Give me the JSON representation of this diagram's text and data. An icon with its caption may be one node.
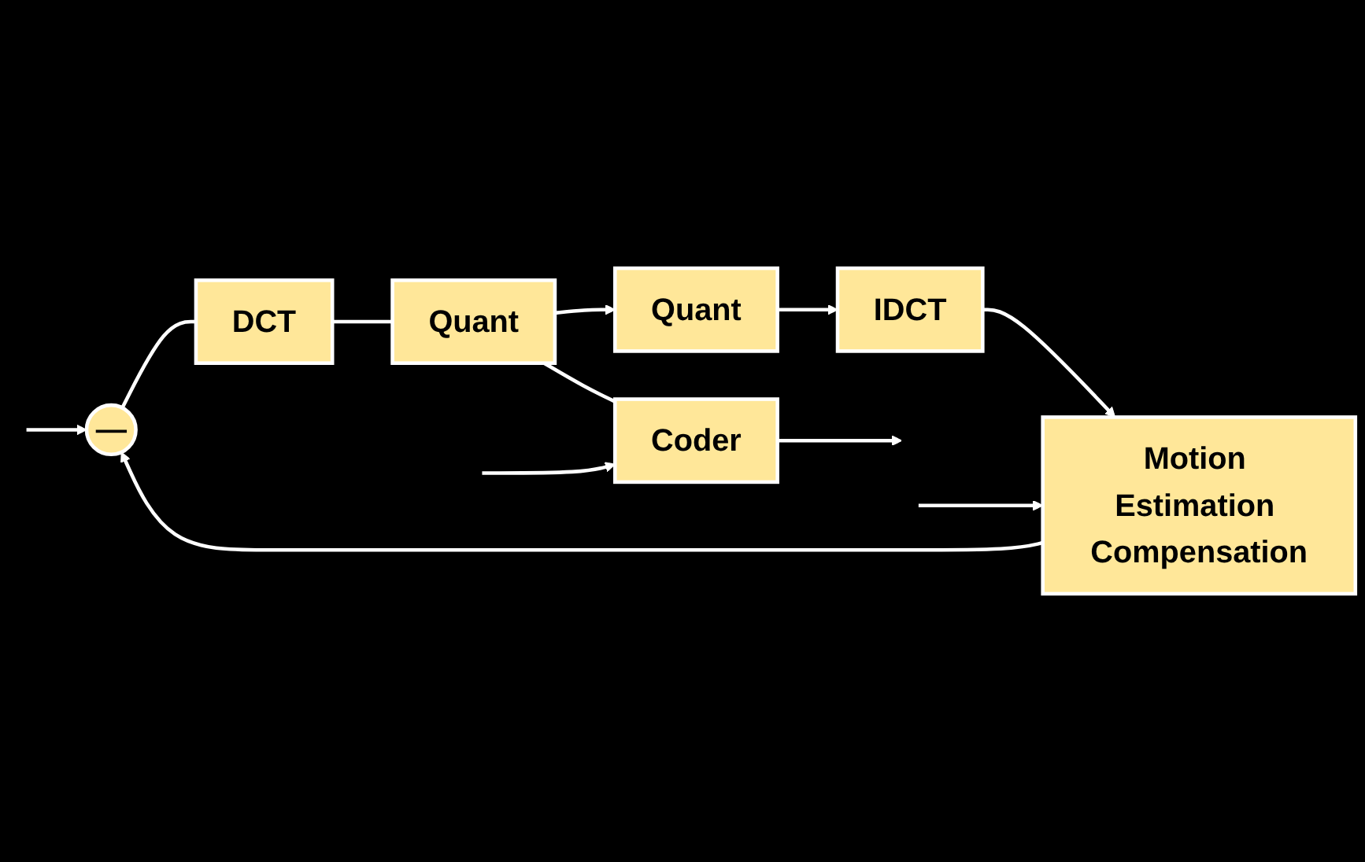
{
  "diagram": {
    "nodes": [
      {
        "text": [
          "—"
        ]
      },
      {
        "text": [
          "DCT"
        ]
      },
      {
        "text": [
          "Quant"
        ]
      },
      {
        "text": [
          "Coder"
        ]
      },
      {
        "text": [
          "Quant"
        ]
      },
      {
        "text": [
          "IDCT"
        ]
      },
      {
        "text": [
          "Motion Estimation Compensation"
        ]
      }
    ],
    "edges": [
      {
        "from": null,
        "to": 0,
        "arrow": "to"
      },
      {
        "from": 0,
        "to": 1,
        "arrow": "none"
      },
      {
        "from": 1,
        "to": 2,
        "arrow": "none"
      },
      {
        "from": 2,
        "to": 3,
        "arrow": "none"
      },
      {
        "from": 3,
        "to": null,
        "arrow": "to"
      },
      {
        "from": 2,
        "to": 4,
        "arrow": "to"
      },
      {
        "from": 4,
        "to": 5,
        "arrow": "to"
      },
      {
        "from": 5,
        "to": 6,
        "arrow": "to"
      },
      {
        "from": 6,
        "to": 0,
        "arrow": "to"
      },
      {
        "from": null,
        "to": 6,
        "arrow": "to"
      },
      {
        "from": null,
        "to": 3,
        "arrow": "to"
      }
    ]
  }
}
